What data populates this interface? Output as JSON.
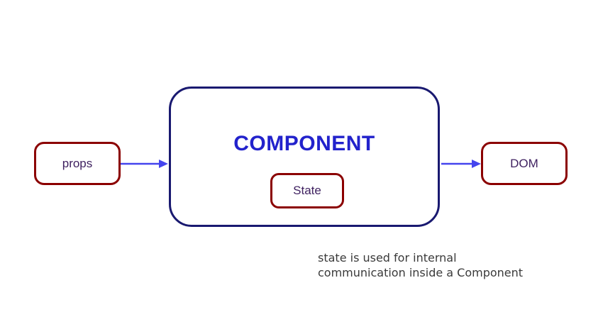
{
  "diagram": {
    "props": {
      "label": "props"
    },
    "component": {
      "label": "COMPONENT"
    },
    "state": {
      "label": "State"
    },
    "dom": {
      "label": "DOM"
    },
    "caption": {
      "line1": "state is used for internal",
      "line2": "communication inside a Component"
    },
    "colors": {
      "box_border_red": "#8b0000",
      "component_border": "#191970",
      "arrow_blue": "#4444ee",
      "component_text": "#2222cc",
      "label_text": "#3f2160",
      "caption_text": "#3a3a3a"
    }
  }
}
